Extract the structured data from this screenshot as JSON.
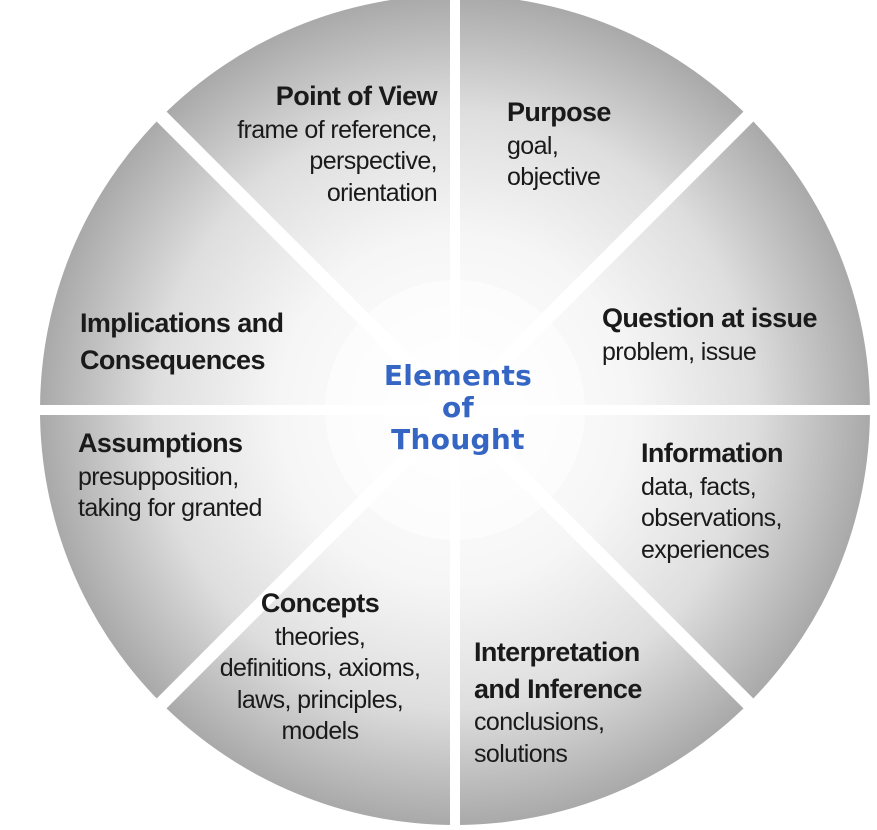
{
  "diagram": {
    "center": {
      "lines": [
        "Elements",
        "of",
        "Thought"
      ],
      "color": "#3566c4"
    },
    "colors": {
      "segment_outer": "#a9a9a9",
      "segment_inner": "#ffffff",
      "divider": "#ffffff",
      "text": "#1a1a1a"
    },
    "segments": [
      {
        "key": "point_of_view",
        "title": "Point of View",
        "details": [
          "frame of reference,",
          "perspective,",
          "orientation"
        ]
      },
      {
        "key": "purpose",
        "title": "Purpose",
        "details": [
          "goal,",
          "objective"
        ]
      },
      {
        "key": "question_at_issue",
        "title": "Question at issue",
        "details": [
          "problem, issue"
        ]
      },
      {
        "key": "information",
        "title": "Information",
        "details": [
          "data, facts,",
          "observations,",
          "experiences"
        ]
      },
      {
        "key": "interpretation",
        "title_lines": [
          "Interpretation",
          "and Inference"
        ],
        "details": [
          "conclusions,",
          "solutions"
        ]
      },
      {
        "key": "concepts",
        "title": "Concepts",
        "details": [
          "theories,",
          "definitions, axioms,",
          "laws, principles,",
          "models"
        ]
      },
      {
        "key": "assumptions",
        "title": "Assumptions",
        "details": [
          "presupposition,",
          "taking for granted"
        ]
      },
      {
        "key": "implications",
        "title_lines": [
          "Implications and",
          "Consequences"
        ]
      }
    ]
  }
}
